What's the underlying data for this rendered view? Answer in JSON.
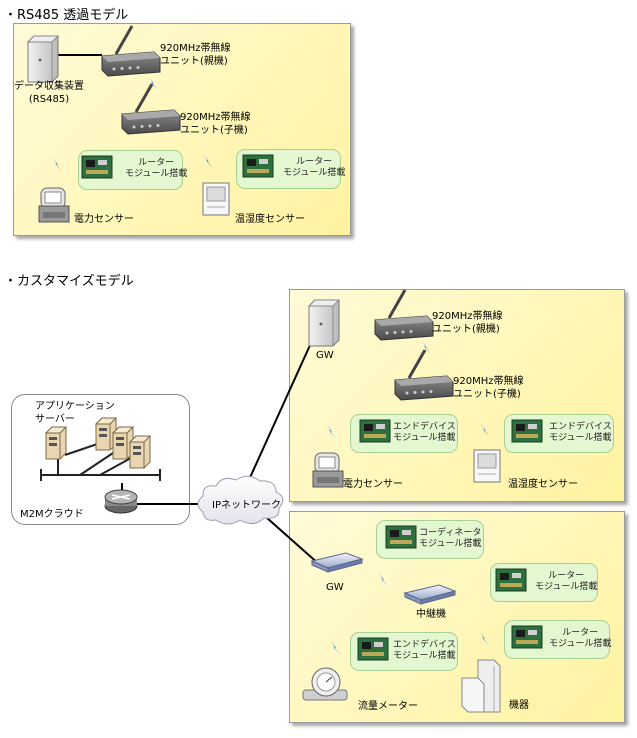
{
  "sections": {
    "rs485": {
      "title": "・RS485 透過モデル",
      "collector": [
        "データ収集装置",
        "(RS485)"
      ],
      "parent_unit": [
        "920MHz帯無線",
        "ユニット(親機)"
      ],
      "child_unit": [
        "920MHz帯無線",
        "ユニット(子機)"
      ],
      "bubble_left": [
        "ルーター",
        "モジュール搭載"
      ],
      "bubble_right": [
        "ルーター",
        "モジュール搭載"
      ],
      "power_sensor": "電力センサー",
      "temp_sensor": "温湿度センサー"
    },
    "custom": {
      "title": "・カスタマイズモデル",
      "cloud": {
        "app_servers": [
          "アプリケーション",
          "サーバー"
        ],
        "m2m_cloud": "M2Mクラウド"
      },
      "ip_network": "IPネットワーク",
      "top_panel": {
        "gw": "GW",
        "parent_unit": [
          "920MHz帯無線",
          "ユニット(親機)"
        ],
        "child_unit": [
          "920MHz帯無線",
          "ユニット(子機)"
        ],
        "bubble_left": [
          "エンドデバイス",
          "モジュール搭載"
        ],
        "bubble_right": [
          "エンドデバイス",
          "モジュール搭載"
        ],
        "power_sensor": "電力センサー",
        "temp_sensor": "温湿度センサー"
      },
      "bottom_panel": {
        "gw": "GW",
        "relay": "中継機",
        "bubble_coord": [
          "コーディネータ",
          "モジュール搭載"
        ],
        "bubble_router_top": [
          "ルーター",
          "モジュール搭載"
        ],
        "bubble_end": [
          "エンドデバイス",
          "モジュール搭載"
        ],
        "bubble_router_bottom": [
          "ルーター",
          "モジュール搭載"
        ],
        "flow_meter": "流量メーター",
        "device": "機器"
      }
    }
  },
  "colors": {
    "panel_fill": "#fff5b0",
    "bubble_fill": "#e3f7d0",
    "lightning": "#4a9ad8"
  }
}
